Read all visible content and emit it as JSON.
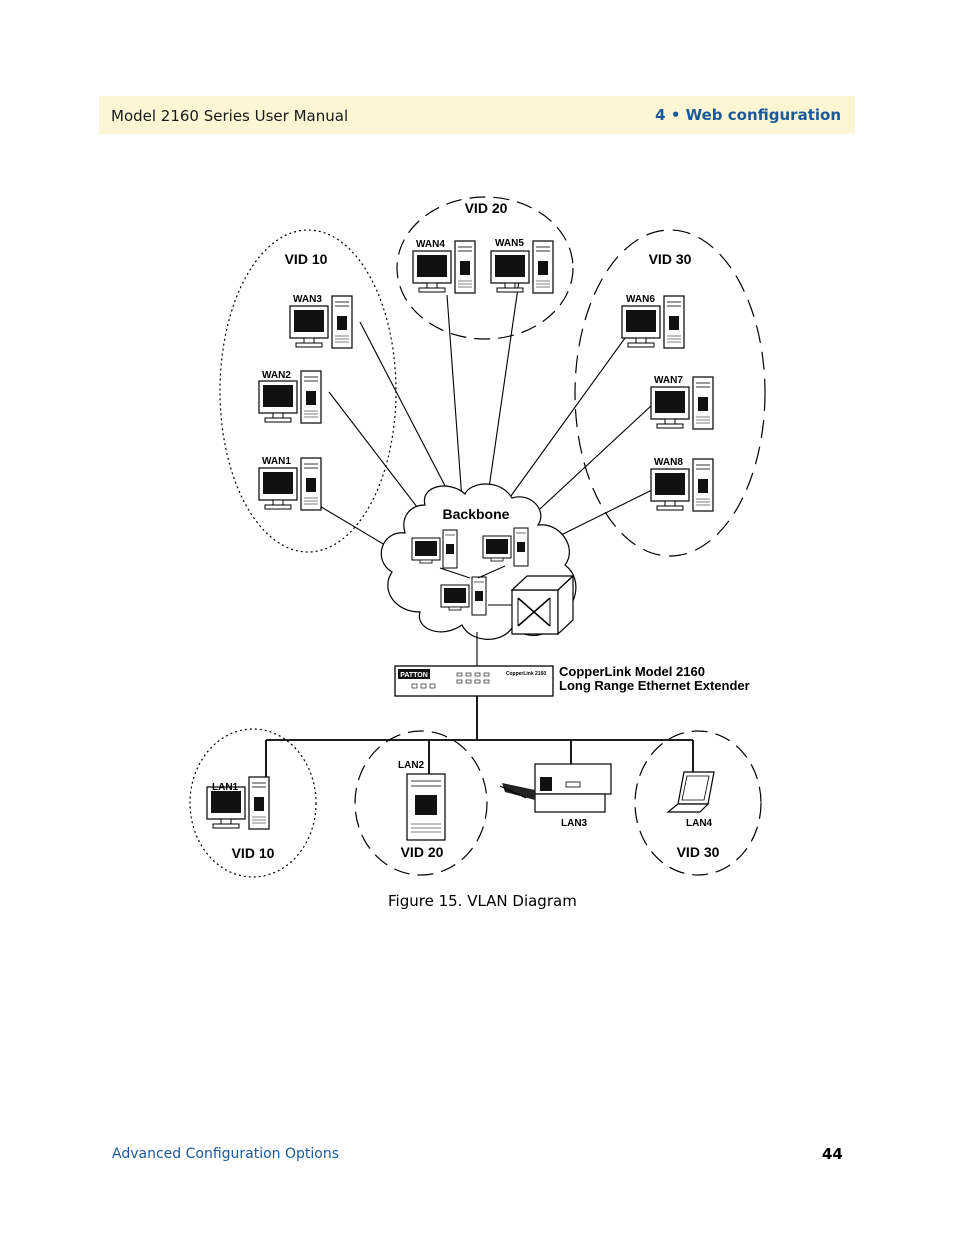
{
  "header": {
    "manual_title": "Model 2160 Series User Manual",
    "chapter": "4 • Web configuration"
  },
  "diagram": {
    "groups": {
      "vid10_top": "VID 10",
      "vid20_top": "VID 20",
      "vid30_top": "VID 30",
      "vid10_bottom": "VID 10",
      "vid20_bottom": "VID 20",
      "vid30_bottom": "VID 30"
    },
    "wan": {
      "wan1": "WAN1",
      "wan2": "WAN2",
      "wan3": "WAN3",
      "wan4": "WAN4",
      "wan5": "WAN5",
      "wan6": "WAN6",
      "wan7": "WAN7",
      "wan8": "WAN8"
    },
    "lan": {
      "lan1": "LAN1",
      "lan2": "LAN2",
      "lan3": "LAN3",
      "lan4": "LAN4"
    },
    "backbone": "Backbone",
    "device": {
      "line1": "CopperLink Model 2160",
      "line2": "Long Range Ethernet Extender",
      "front_label": "CopperLink 2160",
      "brand": "PATTON"
    }
  },
  "caption": "Figure 15. VLAN Diagram",
  "footer": {
    "section": "Advanced Configuration Options",
    "page": "44"
  }
}
